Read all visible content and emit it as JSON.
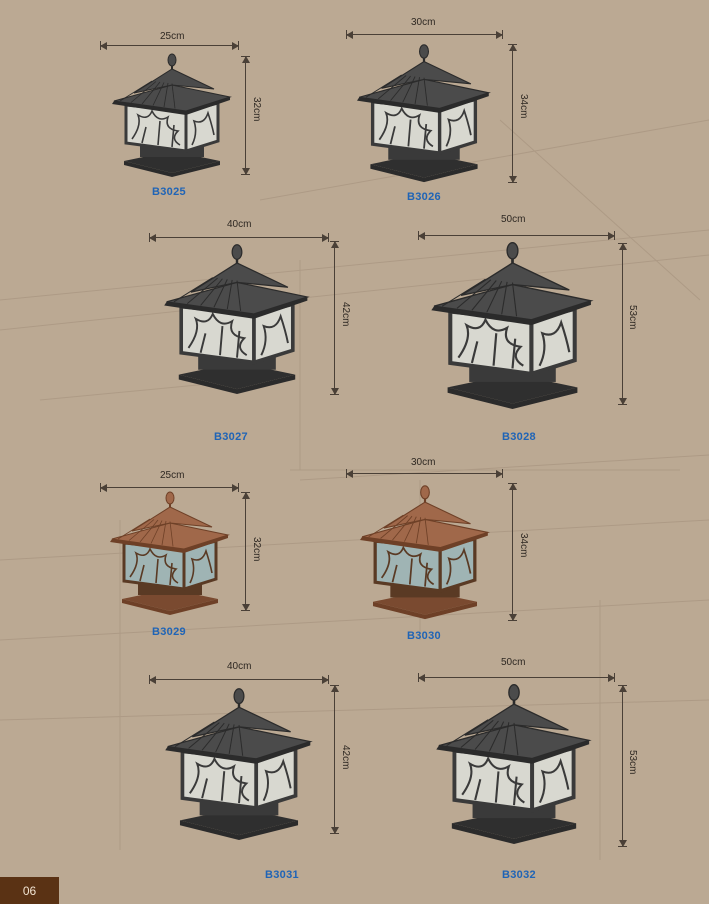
{
  "page": {
    "number": "06"
  },
  "colors": {
    "background": "#bba993",
    "code_text": "#1f64b6",
    "dark_lamp_roof": "#4b4b4b",
    "bronze_lamp_roof": "#a0684a",
    "page_tab": "#5a3214"
  },
  "products": [
    {
      "code": "B3025",
      "width": "25cm",
      "height": "32cm",
      "finish": "dark"
    },
    {
      "code": "B3026",
      "width": "30cm",
      "height": "34cm",
      "finish": "dark"
    },
    {
      "code": "B3027",
      "width": "40cm",
      "height": "42cm",
      "finish": "dark"
    },
    {
      "code": "B3028",
      "width": "50cm",
      "height": "53cm",
      "finish": "dark"
    },
    {
      "code": "B3029",
      "width": "25cm",
      "height": "32cm",
      "finish": "bronze"
    },
    {
      "code": "B3030",
      "width": "30cm",
      "height": "34cm",
      "finish": "bronze"
    },
    {
      "code": "B3031",
      "width": "40cm",
      "height": "42cm",
      "finish": "dark"
    },
    {
      "code": "B3032",
      "width": "50cm",
      "height": "53cm",
      "finish": "dark"
    }
  ]
}
